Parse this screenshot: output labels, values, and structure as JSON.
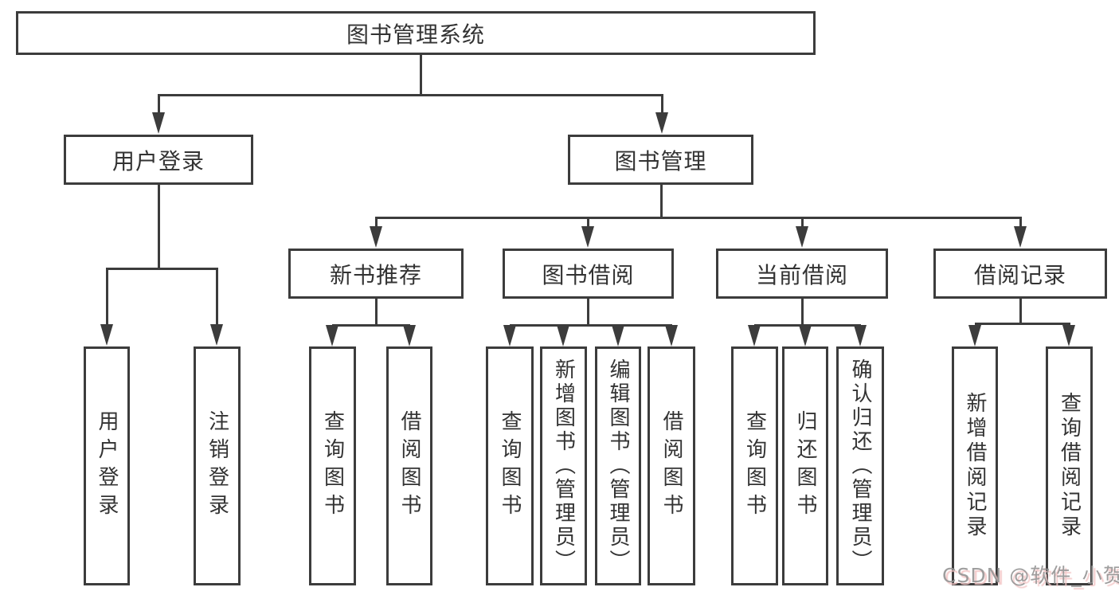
{
  "diagram": {
    "root": {
      "label": "图书管理系统"
    },
    "level2": [
      {
        "label": "用户登录"
      },
      {
        "label": "图书管理"
      }
    ],
    "level3": [
      {
        "label": "新书推荐"
      },
      {
        "label": "图书借阅"
      },
      {
        "label": "当前借阅"
      },
      {
        "label": "借阅记录"
      }
    ],
    "leaves": [
      {
        "label": "用户登录",
        "parent": "用户登录"
      },
      {
        "label": "注销登录",
        "parent": "用户登录"
      },
      {
        "label": "查询图书",
        "parent": "新书推荐"
      },
      {
        "label": "借阅图书",
        "parent": "新书推荐"
      },
      {
        "label": "查询图书",
        "parent": "图书借阅"
      },
      {
        "label": "新增图书（管理员）",
        "parent": "图书借阅"
      },
      {
        "label": "编辑图书（管理员）",
        "parent": "图书借阅"
      },
      {
        "label": "借阅图书",
        "parent": "图书借阅"
      },
      {
        "label": "查询图书",
        "parent": "当前借阅"
      },
      {
        "label": "归还图书",
        "parent": "当前借阅"
      },
      {
        "label": "确认归还（管理员）",
        "parent": "当前借阅"
      },
      {
        "label": "新增借阅记录",
        "parent": "借阅记录"
      },
      {
        "label": "查询借阅记录",
        "parent": "借阅记录"
      }
    ],
    "colors": {
      "line": "#3c3c3c",
      "text": "#333333",
      "background": "#ffffff"
    }
  },
  "watermark": {
    "text": "CSDN @软件_小贺同学",
    "color": "#949494",
    "shadow_color": "#f3c7c7"
  }
}
